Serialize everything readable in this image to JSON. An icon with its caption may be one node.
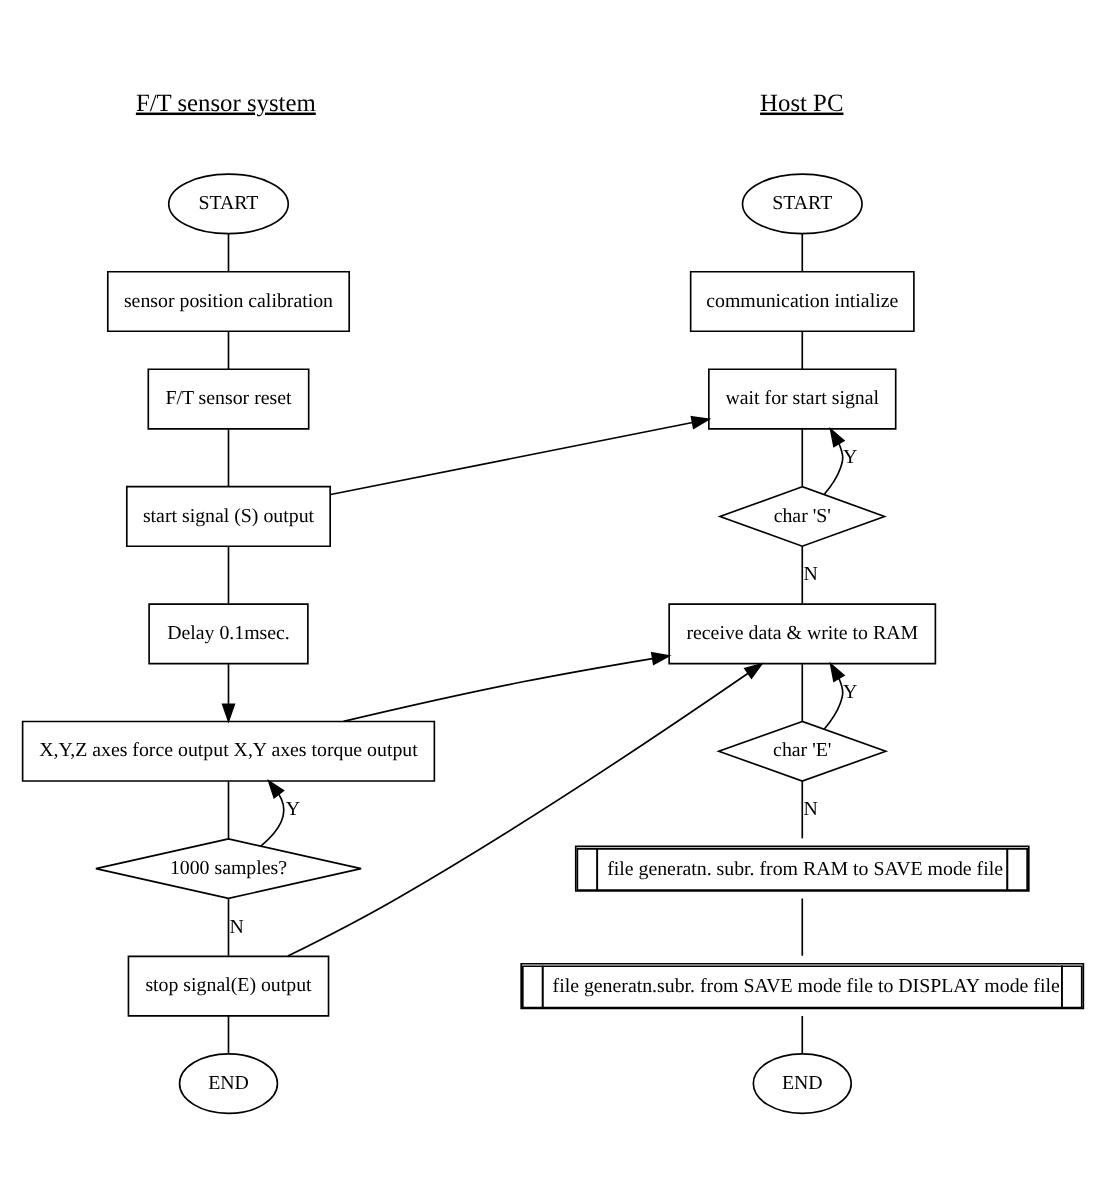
{
  "diagram": {
    "nodes": [
      {
        "text": [
          "START"
        ]
      },
      {
        "text": [
          "sensor position calibration"
        ]
      },
      {
        "text": [
          "F/T sensor reset"
        ]
      },
      {
        "text": [
          "start signal (S) output"
        ]
      },
      {
        "text": [
          "Delay 0.1msec."
        ]
      },
      {
        "text": [
          "X,Y,Z axes force output X,Y axes torque output"
        ]
      },
      {
        "text": [
          "1000 samples?"
        ]
      },
      {
        "text": [
          "stop signal(E) output"
        ]
      },
      {
        "text": [
          "END"
        ]
      },
      {
        "text": [
          "START"
        ]
      },
      {
        "text": [
          "communication intialize"
        ]
      },
      {
        "text": [
          "wait for start signal"
        ]
      },
      {
        "text": [
          "char 'S'"
        ]
      },
      {
        "text": [
          "receive data & write to RAM"
        ]
      },
      {
        "text": [
          "char 'E'"
        ]
      },
      {
        "text": [
          "file generatn. subr. from RAM to SAVE mode file"
        ]
      },
      {
        "text": [
          "file generatn.subr. from SAVE mode file to DISPLAY mode file"
        ]
      },
      {
        "text": [
          "END"
        ]
      }
    ],
    "edges": [
      {
        "from": 0,
        "to": 1,
        "arrow": "none"
      },
      {
        "from": 1,
        "to": 2,
        "arrow": "none"
      },
      {
        "from": 2,
        "to": 3,
        "arrow": "none"
      },
      {
        "from": 3,
        "to": 4,
        "arrow": "none"
      },
      {
        "from": 4,
        "to": 5,
        "arrow": "to"
      },
      {
        "from": 5,
        "to": 6,
        "arrow": "none"
      },
      {
        "from": 6,
        "to": 5,
        "label": "Y",
        "arrow": "to"
      },
      {
        "from": 6,
        "to": 7,
        "label": "N",
        "arrow": "none"
      },
      {
        "from": 7,
        "to": 8,
        "arrow": "none"
      },
      {
        "from": 9,
        "to": 10,
        "arrow": "none"
      },
      {
        "from": 10,
        "to": 11,
        "arrow": "none"
      },
      {
        "from": 3,
        "to": 11,
        "arrow": "to"
      },
      {
        "from": 11,
        "to": 12,
        "arrow": "none"
      },
      {
        "from": 12,
        "to": 11,
        "label": "Y",
        "arrow": "to"
      },
      {
        "from": 12,
        "to": 13,
        "label": "N",
        "arrow": "none"
      },
      {
        "from": 5,
        "to": 13,
        "arrow": "to"
      },
      {
        "from": 7,
        "to": 13,
        "arrow": "to"
      },
      {
        "from": 13,
        "to": 14,
        "arrow": "none"
      },
      {
        "from": 14,
        "to": 13,
        "label": "Y",
        "arrow": "to"
      },
      {
        "from": 14,
        "to": 15,
        "label": "N",
        "arrow": "none"
      },
      {
        "from": 15,
        "to": 16,
        "arrow": "none"
      },
      {
        "from": 16,
        "to": 17,
        "arrow": "none"
      }
    ],
    "labels": [
      "F/T sensor system",
      "Host PC"
    ]
  }
}
